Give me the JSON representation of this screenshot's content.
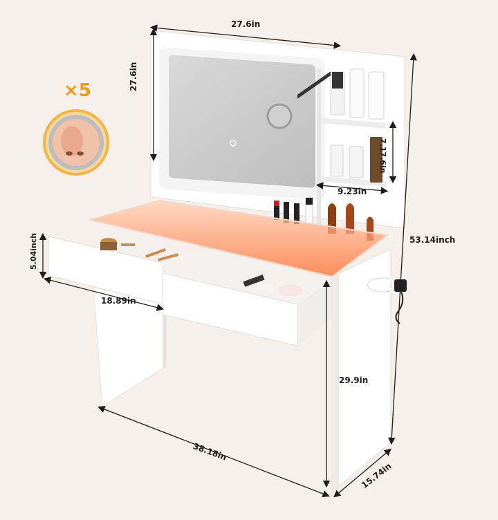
{
  "magnifier": {
    "label": "×5"
  },
  "dimensions": {
    "mirror_width": "27.6in",
    "mirror_height": "27.6in",
    "shelf_height": "7.17.6in",
    "shelf_width": "9.23in",
    "total_height": "53.14inch",
    "drawer_height": "5.04inch",
    "drawer_width": "18.89in",
    "leg_height": "29.9in",
    "table_width": "38.18in",
    "depth": "15.74in"
  },
  "colors": {
    "background": "#f7efe9",
    "furniture": "#ffffff",
    "led_glow": "#ff7a3c",
    "accent": "#f29a1e"
  }
}
